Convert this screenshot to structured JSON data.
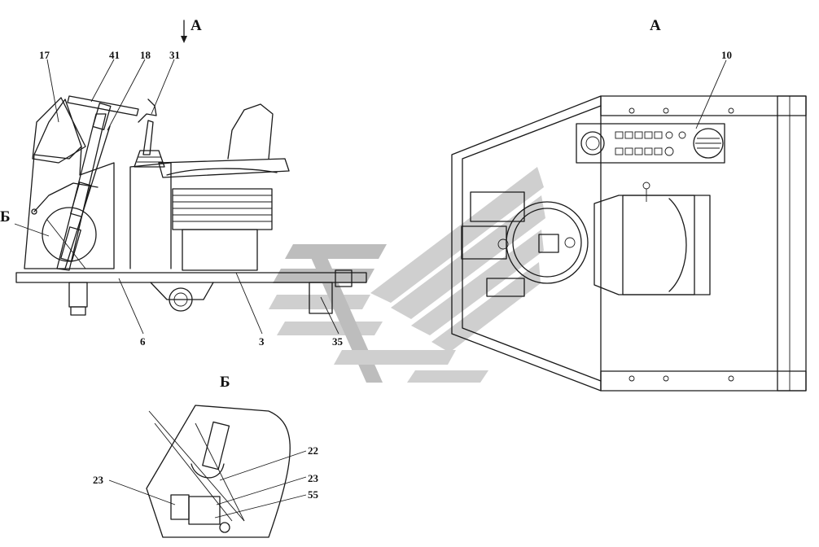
{
  "views": {
    "side_arrow_letter": "А",
    "top_view_title": "А",
    "detail_letter_main": "Б",
    "detail_view_title": "Б"
  },
  "labels": {
    "p17": "17",
    "p41": "41",
    "p18": "18",
    "p31": "31",
    "p6": "6",
    "p3": "3",
    "p35": "35",
    "p10": "10",
    "p22": "22",
    "p23a": "23",
    "p23b": "23",
    "p55": "55"
  },
  "colors": {
    "line": "#1a1a1a",
    "watermark": "#c8c8c8"
  }
}
